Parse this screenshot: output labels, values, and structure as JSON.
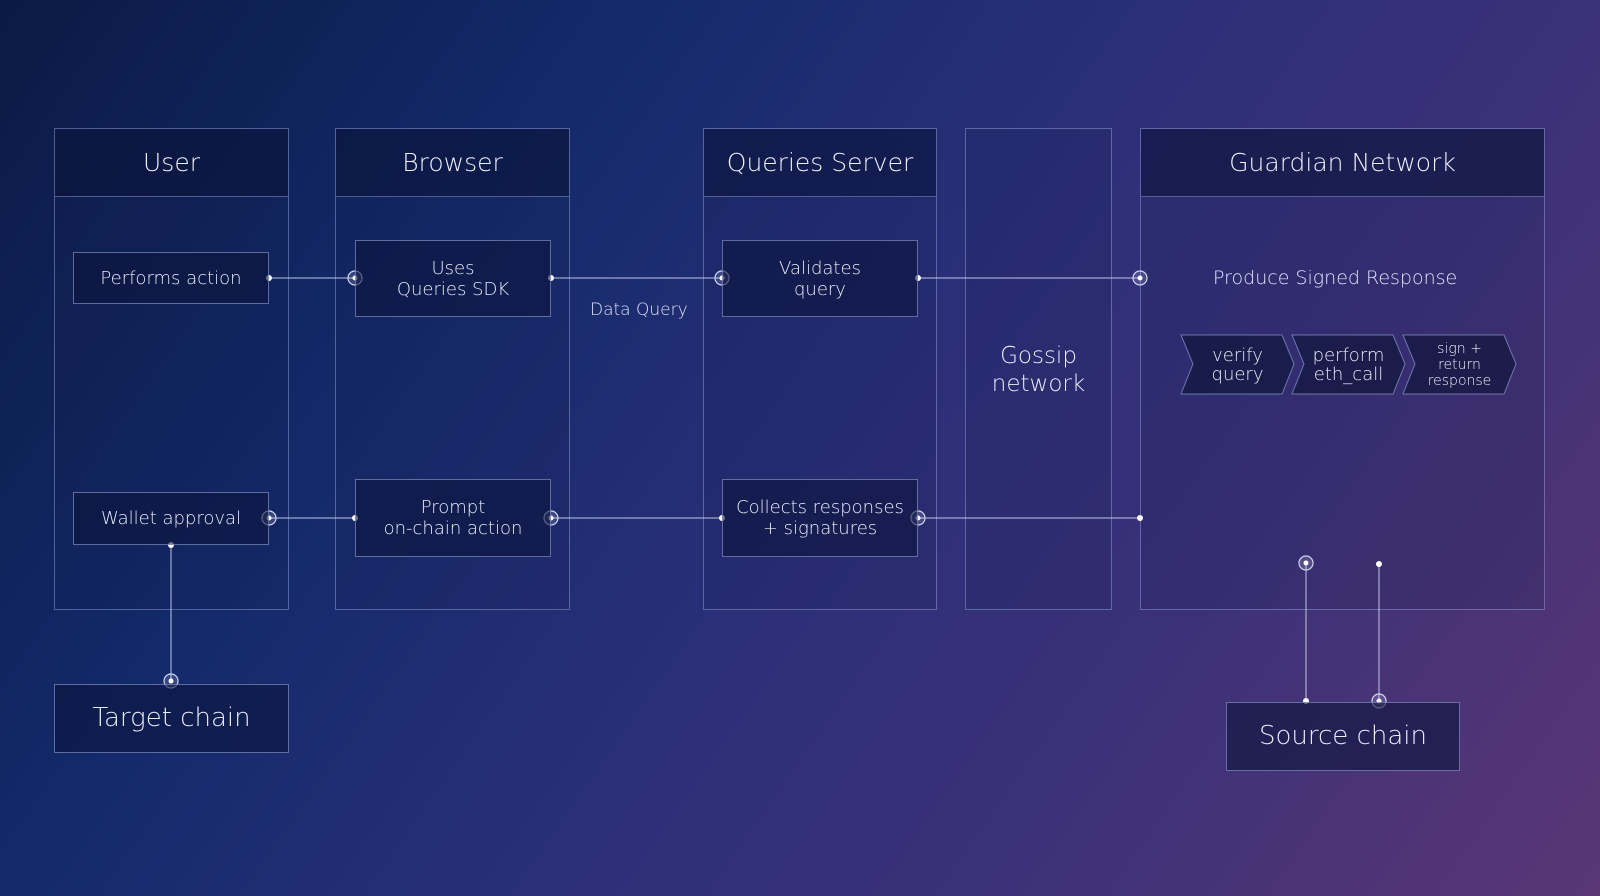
{
  "lanes": {
    "user": "User",
    "browser": "Browser",
    "queries_server": "Queries Server",
    "guardian": "Guardian Network"
  },
  "gossip": "Gossip\nnetwork",
  "boxes": {
    "performs_action": "Performs action",
    "wallet_approval": "Wallet approval",
    "uses_sdk": "Uses\nQueries SDK",
    "prompt": "Prompt\non-chain action",
    "validates": "Validates\nquery",
    "collects": "Collects responses\n+ signatures",
    "target_chain": "Target chain",
    "source_chain": "Source chain"
  },
  "labels": {
    "data_query": "Data Query",
    "produce": "Produce Signed Response"
  },
  "steps": [
    "verify\nquery",
    "perform\neth_call",
    "sign +\nreturn\nresponse"
  ],
  "colors": {
    "bg_start": "#0b1a44",
    "bg_end": "#5a3675",
    "line": "#cfd6f2"
  }
}
